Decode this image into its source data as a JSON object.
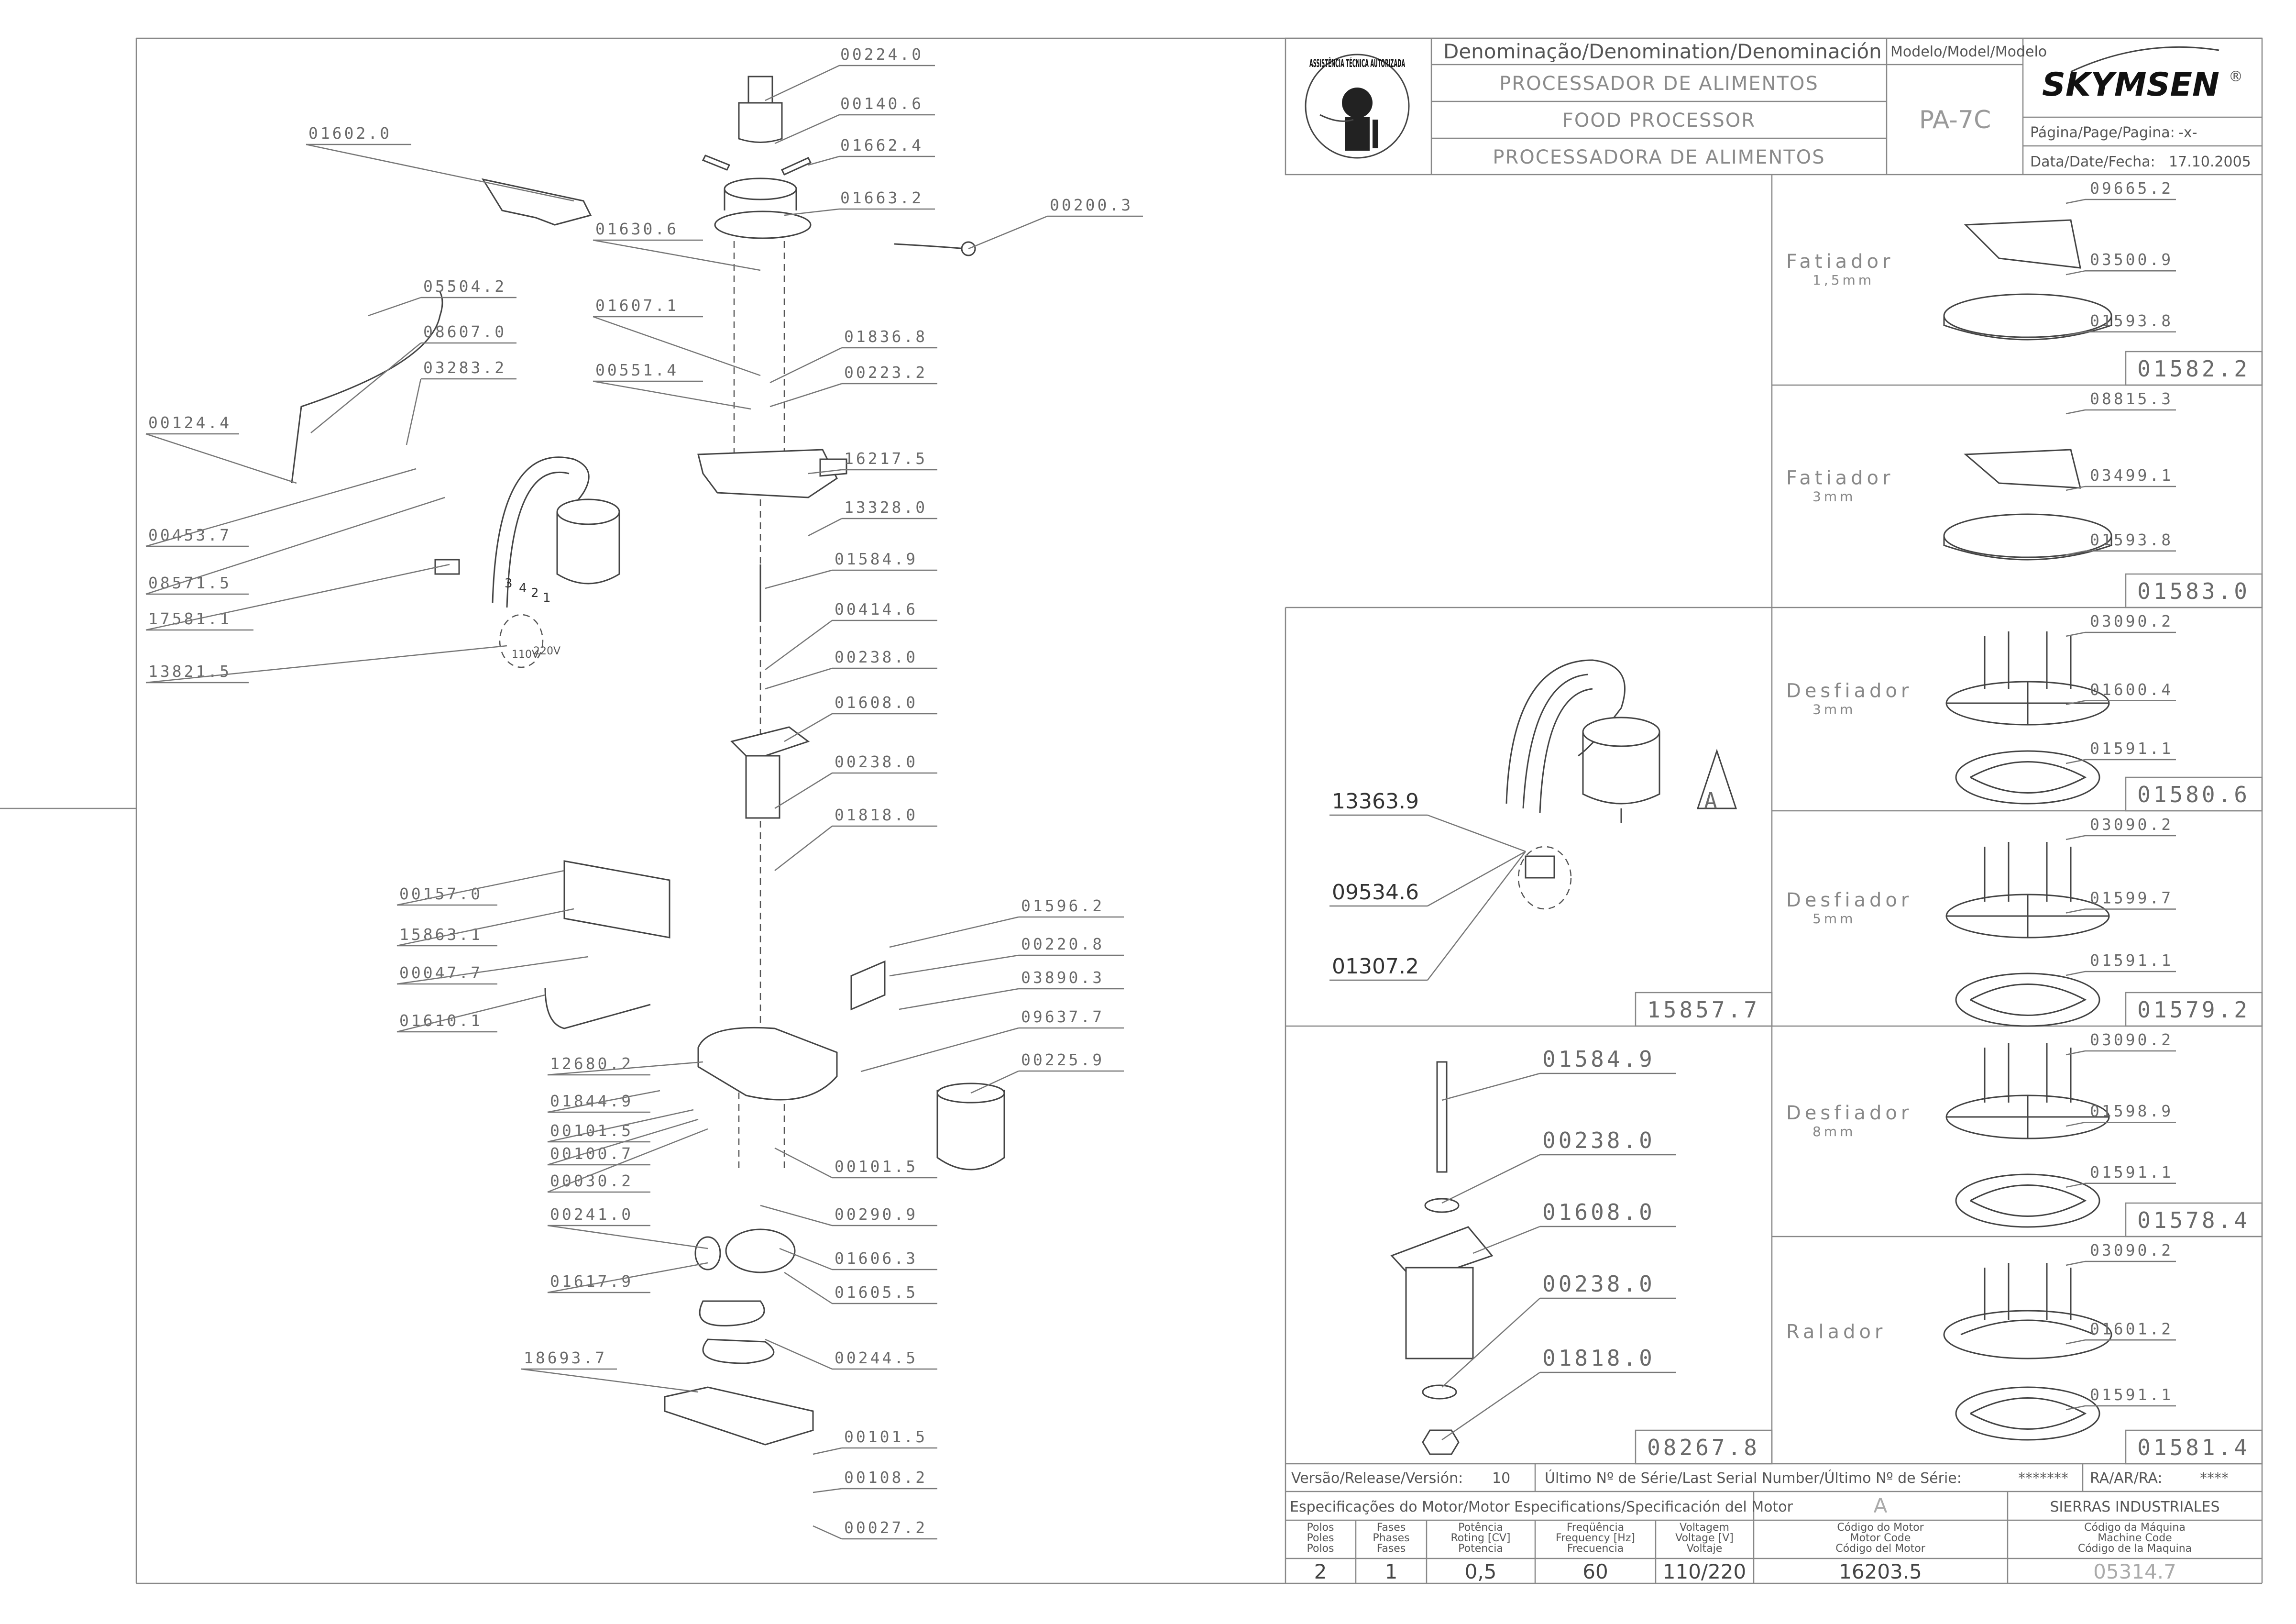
{
  "title_block": {
    "denomination_label": "Denominação/Denomination/Denominación",
    "name_pt": "PROCESSADOR DE ALIMENTOS",
    "name_en": "FOOD PROCESSOR",
    "name_es": "PROCESSADORA DE ALIMENTOS",
    "model_label": "Modelo/Model/Modelo",
    "model": "PA-7C",
    "brand": "SKYMSEN",
    "brand_mark": "®",
    "page_label": "Página/Page/Pagina:",
    "page_value": "-x-",
    "date_label": "Data/Date/Fecha:",
    "date_value": "17.10.2005",
    "stamp_text": "ASSISTÊNCIA TÉCNICA AUTORIZADA"
  },
  "main_labels": [
    "00224.0",
    "00140.6",
    "01662.4",
    "01663.2",
    "00200.3",
    "01602.0",
    "01630.6",
    "05504.2",
    "08607.0",
    "03283.2",
    "01607.1",
    "01836.8",
    "00551.4",
    "00223.2",
    "00124.4",
    "16217.5",
    "00453.7",
    "13328.0",
    "01584.9",
    "08571.5",
    "00414.6",
    "17581.1",
    "00238.0",
    "13821.5",
    "01608.0",
    "00238.0",
    "01818.0",
    "00157.0",
    "01596.2",
    "15863.1",
    "00220.8",
    "00047.7",
    "03890.3",
    "01610.1",
    "09637.7",
    "12680.2",
    "00225.9",
    "01844.9",
    "00101.5",
    "00100.7",
    "00030.2",
    "00101.5",
    "00241.0",
    "00290.9",
    "01617.9",
    "01606.3",
    "01605.5",
    "00244.5",
    "18693.7",
    "00101.5",
    "00108.2",
    "00027.2"
  ],
  "wire_labels": [
    "3",
    "4",
    "2",
    "1",
    "110V",
    "220V"
  ],
  "accessories": [
    {
      "name": "Fatiador",
      "size": "1,5mm",
      "parts": [
        "09665.2",
        "03500.9",
        "01593.8"
      ],
      "code": "01582.2"
    },
    {
      "name": "Fatiador",
      "size": "3mm",
      "parts": [
        "08815.3",
        "03499.1",
        "01593.8"
      ],
      "code": "01583.0"
    },
    {
      "name": "Desfiador",
      "size": "3mm",
      "parts": [
        "03090.2",
        "01600.4",
        "01591.1"
      ],
      "code": "01580.6"
    },
    {
      "name": "Desfiador",
      "size": "5mm",
      "parts": [
        "03090.2",
        "01599.7",
        "01591.1"
      ],
      "code": "01579.2"
    },
    {
      "name": "Desfiador",
      "size": "8mm",
      "parts": [
        "03090.2",
        "01598.9",
        "01591.1"
      ],
      "code": "01578.4"
    },
    {
      "name": "Ralador",
      "size": "",
      "parts": [
        "03090.2",
        "01601.2",
        "01591.1"
      ],
      "code": "01581.4"
    }
  ],
  "detail_a": {
    "letter": "A",
    "parts": [
      "13363.9",
      "09534.6",
      "01307.2"
    ],
    "code": "15857.7"
  },
  "detail_shaft": {
    "parts": [
      "01584.9",
      "00238.0",
      "01608.0",
      "00238.0",
      "01818.0"
    ],
    "code": "08267.8"
  },
  "footer": {
    "version_label": "Versão/Release/Versión:",
    "version_value": "10",
    "serial_label": "Último Nº de Série/Last Serial Number/Último Nº de Série:",
    "serial_value": "*******",
    "ra_label": "RA/AR/RA:",
    "ra_value": "****",
    "spec_label": "Especificações do Motor/Motor Especifications/Specificación del Motor",
    "motor_letter": "A",
    "machine_type": "SIERRAS INDUSTRIALES",
    "headers": [
      [
        "Polos",
        "Poles",
        "Polos"
      ],
      [
        "Fases",
        "Phases",
        "Fases"
      ],
      [
        "Potência",
        "Roting [CV]",
        "Potencia"
      ],
      [
        "Freqüência",
        "Frequency [Hz]",
        "Frecuencia"
      ],
      [
        "Voltagem",
        "Voltage [V]",
        "Voltaje"
      ],
      [
        "Código do Motor",
        "Motor Code",
        "Código del Motor"
      ],
      [
        "Código da Máquina",
        "Machine Code",
        "Código de la Maquina"
      ]
    ],
    "values": [
      "2",
      "1",
      "0,5",
      "60",
      "110/220",
      "16203.5",
      "05314.7"
    ]
  }
}
